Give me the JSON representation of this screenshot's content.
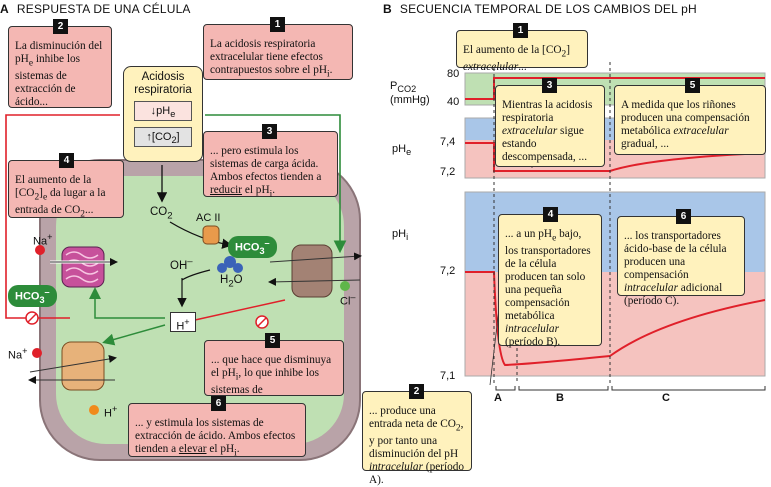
{
  "panel_a": {
    "letter": "A",
    "title": "RESPUESTA DE UNA CÉLULA"
  },
  "panel_b": {
    "letter": "B",
    "title": "SECUENCIA TEMPORAL DE LOS CAMBIOS DEL pH"
  },
  "acidosis_box": {
    "title": "Acidosis respiratoria",
    "phe": "↓pH",
    "phe_sub": "e",
    "co2": "↑[CO",
    "co2_sub": "2",
    "co2_end": "]"
  },
  "cell_labels": {
    "co2": "CO",
    "co2_sub": "2",
    "ac2": "AC II",
    "hco3": "HCO",
    "hco3_sub": "3",
    "hco3_sup": "–",
    "oh": "OH",
    "oh_sup": "–",
    "h2o": "H",
    "h2o_sub": "2",
    "h2o_end": "O",
    "hplus": "H",
    "hplus_sup": "+",
    "na": "Na",
    "na_sup": "+",
    "cl": "Cl",
    "cl_sup": "–"
  },
  "callouts_a": {
    "c1": {
      "num": "1",
      "text": "La acidosis respiratoria extracelular tiene efectos contrapuestos sobre el pH",
      "sub": "i",
      "end": "."
    },
    "c2": {
      "num": "2",
      "pre": "La disminución del pH",
      "sub": "e",
      "text": " inhibe los sistemas de extracción de ácido..."
    },
    "c3": {
      "num": "3",
      "text": "... pero estimula los sistemas de carga ácida. Ambos efectos tienden a ",
      "u": "reducir",
      "after": " el pH",
      "sub": "i",
      "end": "."
    },
    "c4": {
      "num": "4",
      "pre": "El aumento de la [CO",
      "s1": "2",
      "mid": "]",
      "s2": "e",
      "text": " da lugar a la entrada de CO",
      "s3": "2",
      "end": "..."
    },
    "c5": {
      "num": "5",
      "pre": "... que hace que disminuya el pH",
      "sub": "i",
      "text": ", lo que inhibe los sistemas de"
    },
    "c6": {
      "num": "6",
      "text": "... y estimula los sistemas de extracción de ácido. Ambos efectos tienden a ",
      "u": "elevar",
      "after": " el pH",
      "sub": "i",
      "end": "."
    }
  },
  "callouts_b": {
    "c1": {
      "num": "1",
      "pre": "El aumento de la [CO",
      "sub": "2",
      "mid": "] ",
      "it": "extracelular",
      "end": "..."
    },
    "c2": {
      "num": "2",
      "pre": "... produce una entrada neta de CO",
      "sub": "2",
      "text": ", y por tanto una disminución del pH ",
      "it": "intracelular",
      "end": " (período A)."
    },
    "c3": {
      "num": "3",
      "pre": "Mientras la acidosis respiratoria ",
      "it": "extracelular",
      "end": " sigue estando descompensada, ..."
    },
    "c4": {
      "num": "4",
      "pre": "... a un pH",
      "sub": "e",
      "text": " bajo, los transportadores de la célula producen tan solo una pequeña compensación metabólica ",
      "it": "intracelular",
      "end": " (período B)."
    },
    "c5": {
      "num": "5",
      "pre": "A medida que los riñones producen una compensación metabólica ",
      "it": "extracelular",
      "end": " gradual, ..."
    },
    "c6": {
      "num": "6",
      "pre": "... los transportadores ácido-base de la célula producen una compensación ",
      "it": "intracelular",
      "end": " adicional (período C)."
    }
  },
  "axes": {
    "pco2": {
      "label": "P",
      "sub": "CO2",
      "unit": "(mmHg)",
      "ticks": [
        "80",
        "40"
      ]
    },
    "phe": {
      "label": "pH",
      "sub": "e",
      "ticks": [
        "7,4",
        "7,2"
      ]
    },
    "phi": {
      "label": "pH",
      "sub": "i",
      "ticks": [
        "7,2",
        "7,1"
      ]
    },
    "periods": [
      "A",
      "B",
      "C"
    ]
  },
  "colors": {
    "pink": "#f4b7b3",
    "yellow": "#fff2bd",
    "green": "#2d8c3a",
    "red": "#e0202a",
    "blue": "#a9c6e8",
    "chart_pink": "#f5c3bf",
    "chart_green": "#bfe0b3"
  }
}
